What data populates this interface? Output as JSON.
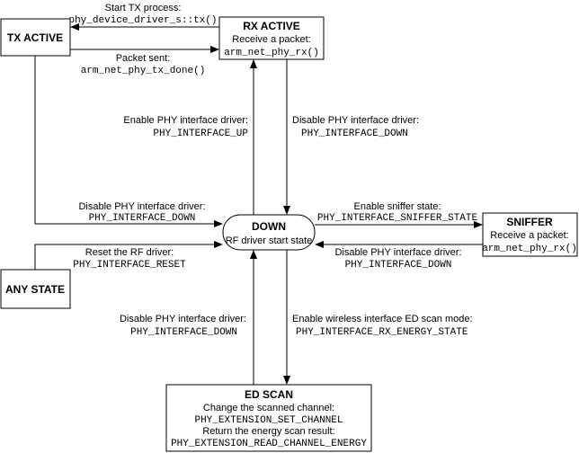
{
  "states": {
    "tx_active": {
      "title": "TX ACTIVE"
    },
    "rx_active": {
      "title": "RX ACTIVE",
      "line1": "Receive a packet:",
      "line2": "arm_net_phy_rx()"
    },
    "down": {
      "title": "DOWN",
      "line1": "RF driver start state"
    },
    "sniffer": {
      "title": "SNIFFER",
      "line1": "Receive a packet:",
      "line2": "arm_net_phy_rx()"
    },
    "any_state": {
      "title": "ANY STATE"
    },
    "ed_scan": {
      "title": "ED SCAN",
      "line1": "Change the scanned channel:",
      "line2": "PHY_EXTENSION_SET_CHANNEL",
      "line3": "Return the energy scan result:",
      "line4": "PHY_EXTENSION_READ_CHANNEL_ENERGY"
    }
  },
  "transitions": {
    "start_tx": {
      "desc": "Start TX process:",
      "code": "phy_device_driver_s::tx()"
    },
    "packet_sent": {
      "desc": "Packet sent:",
      "code": "arm_net_phy_tx_done()"
    },
    "enable_phy": {
      "desc": "Enable PHY interface driver:",
      "code": "PHY_INTERFACE_UP"
    },
    "disable_phy_rx": {
      "desc": "Disable PHY interface driver:",
      "code": "PHY_INTERFACE_DOWN"
    },
    "disable_phy_tx": {
      "desc": "Disable PHY interface driver:",
      "code": "PHY_INTERFACE_DOWN"
    },
    "enable_sniffer": {
      "desc": "Enable sniffer state:",
      "code": "PHY_INTERFACE_SNIFFER_STATE"
    },
    "disable_phy_sniffer": {
      "desc": "Disable PHY interface driver:",
      "code": "PHY_INTERFACE_DOWN"
    },
    "reset_rf": {
      "desc": "Reset the RF driver:",
      "code": "PHY_INTERFACE_RESET"
    },
    "disable_phy_ed": {
      "desc": "Disable PHY interface driver:",
      "code": "PHY_INTERFACE_DOWN"
    },
    "enable_ed": {
      "desc": "Enable wireless interface ED scan mode:",
      "code": "PHY_INTERFACE_RX_ENERGY_STATE"
    }
  },
  "colors": {
    "stroke": "#000000",
    "background": "#ffffff"
  }
}
